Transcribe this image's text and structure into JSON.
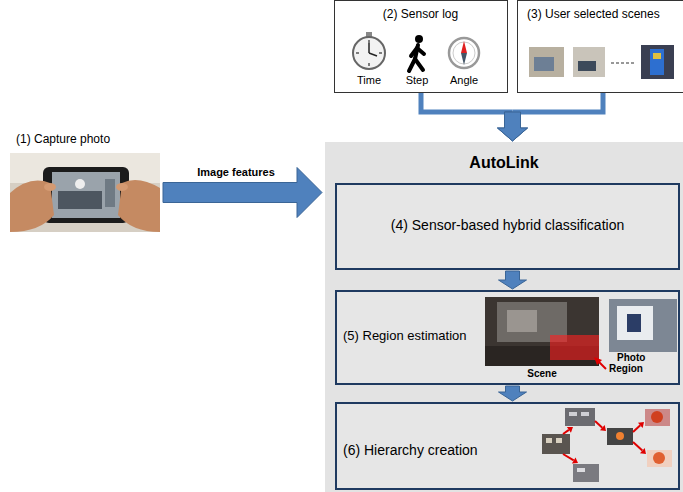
{
  "diagram": {
    "nodes": [
      {
        "text": [
          "(1) Capture photo"
        ]
      },
      {
        "text": [
          "(2) Sensor log",
          "Time",
          "Step",
          "Angle"
        ]
      },
      {
        "text": [
          "(3) User selected scenes"
        ]
      },
      {
        "text": [
          "AutoLink"
        ]
      },
      {
        "text": [
          "(4) Sensor-based hybrid classification"
        ],
        "in": 3
      },
      {
        "text": [
          "(5) Region estimation",
          "Scene",
          "Photo",
          "Region"
        ],
        "in": 3
      },
      {
        "text": [
          "(6) Hierarchy creation"
        ],
        "in": 3
      }
    ],
    "edges": [
      {
        "from": 0,
        "to": 3,
        "arrow": "to",
        "label": "Image features"
      },
      {
        "from": 1,
        "to": 3,
        "arrow": "to"
      },
      {
        "from": 2,
        "to": 3,
        "arrow": "to"
      },
      {
        "from": 4,
        "to": 5,
        "arrow": "to"
      },
      {
        "from": 5,
        "to": 6,
        "arrow": "to"
      }
    ]
  }
}
